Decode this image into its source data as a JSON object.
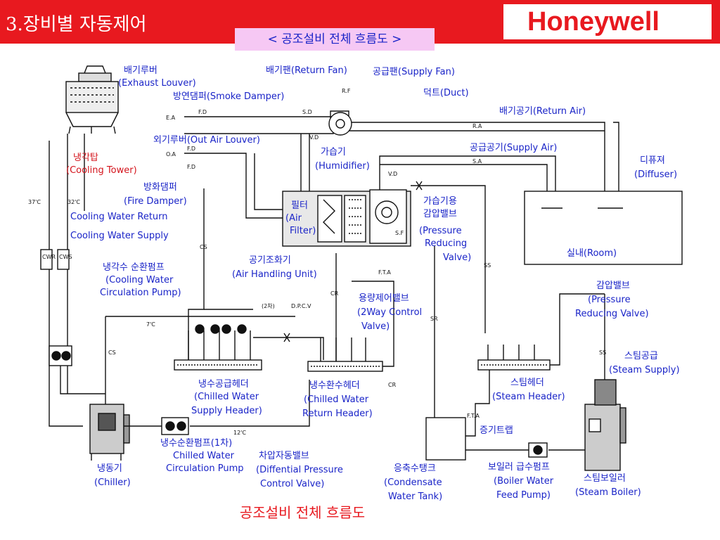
{
  "header": {
    "title": "3.장비별 자동제어",
    "logo": "Honeywell",
    "subtitle": "< 공조설비 전체 흐름도 >"
  },
  "caption": "공조설비 전체 흐름도",
  "labels": {
    "exhaust_louver_ko": "배기루버",
    "exhaust_louver_en": "(Exhaust Louver)",
    "smoke_damper": "방연댐퍼(Smoke Damper)",
    "return_fan": "배기팬(Return Fan)",
    "supply_fan": "공급팬(Supply Fan)",
    "duct": "덕트(Duct)",
    "return_air": "배기공기(Return Air)",
    "supply_air": "공급공기(Supply Air)",
    "out_air_louver": "외기루버(Out Air Louver)",
    "cooling_tower_ko": "냉각탑",
    "cooling_tower_en": "(Cooling Tower)",
    "fire_damper_ko": "방화댐퍼",
    "fire_damper_en": "(Fire Damper)",
    "humidifier_ko": "가습기",
    "humidifier_en": "(Humidifier)",
    "diffuser_ko": "디퓨져",
    "diffuser_en": "(Diffuser)",
    "room": "실내(Room)",
    "cw_return": "Cooling Water Return",
    "cw_supply": "Cooling Water Supply",
    "filter_ko": "필터",
    "filter_en1": "(Air",
    "filter_en2": "Filter)",
    "hum_prv_1": "가습기용",
    "hum_prv_2": "감압밸브",
    "hum_prv_3": "(Pressure",
    "hum_prv_4": "Reducing",
    "hum_prv_5": "Valve)",
    "ahu_ko": "공기조화기",
    "ahu_en": "(Air Handling Unit)",
    "cwc_pump_1": "냉각수 순환펌프",
    "cwc_pump_2": "(Cooling Water",
    "cwc_pump_3": "Circulation Pump)",
    "twoway_1": "용량제어밸브",
    "twoway_2": "(2Way Control",
    "twoway_3": "Valve)",
    "prv_1": "감압밸브",
    "prv_2": "(Pressure",
    "prv_3": "Reducing Valve)",
    "steam_supply_1": "스팀공급",
    "steam_supply_2": "(Steam Supply)",
    "chw_supply_hdr_1": "냉수공급헤더",
    "chw_supply_hdr_2": "(Chilled Water",
    "chw_supply_hdr_3": "Supply Header)",
    "chw_return_hdr_1": "냉수환수헤더",
    "chw_return_hdr_2": "(Chilled Water",
    "chw_return_hdr_3": "Return Header)",
    "steam_header_1": "스팀헤더",
    "steam_header_2": "(Steam Header)",
    "steam_trap": "증기트랩",
    "chw_pump_1": "냉수순환펌프(1차)",
    "chw_pump_2": "Chilled Water",
    "chw_pump_3": "Circulation Pump",
    "dpcv_1": "차압자동밸브",
    "dpcv_2": "(Diffential Pressure",
    "dpcv_3": "Control Valve)",
    "chiller_1": "냉동기",
    "chiller_2": "(Chiller)",
    "cond_tank_1": "응축수탱크",
    "cond_tank_2": "(Condensate",
    "cond_tank_3": "Water Tank)",
    "bfw_pump_1": "보일러 급수펌프",
    "bfw_pump_2": "(Boiler Water",
    "bfw_pump_3": "Feed Pump)",
    "boiler_1": "스팀보일러",
    "boiler_2": "(Steam Boiler)"
  },
  "pipe_tags": {
    "ea": "E.A",
    "oa": "O.A",
    "fd1": "F.D",
    "fd2": "F.D",
    "fd3": "F.D",
    "sd": "S.D",
    "rf": "R.F",
    "vd1": "V.D",
    "vd2": "V.D",
    "ra": "R.A",
    "sa": "S.A",
    "sf": "S.F",
    "fta1": "F.T.A",
    "fta2": "F.T.A",
    "dpcv": "D.P.C.V",
    "two": "(2차)",
    "t37": "37'C",
    "t32": "32'C",
    "t7": "7'C",
    "t12": "12'C",
    "cwr": "CWR",
    "cws": "CWS",
    "cs1": "CS",
    "cs2": "CS",
    "cr1": "CR",
    "cr2": "CR",
    "sr": "SR",
    "ss1": "SS",
    "ss2": "SS"
  }
}
